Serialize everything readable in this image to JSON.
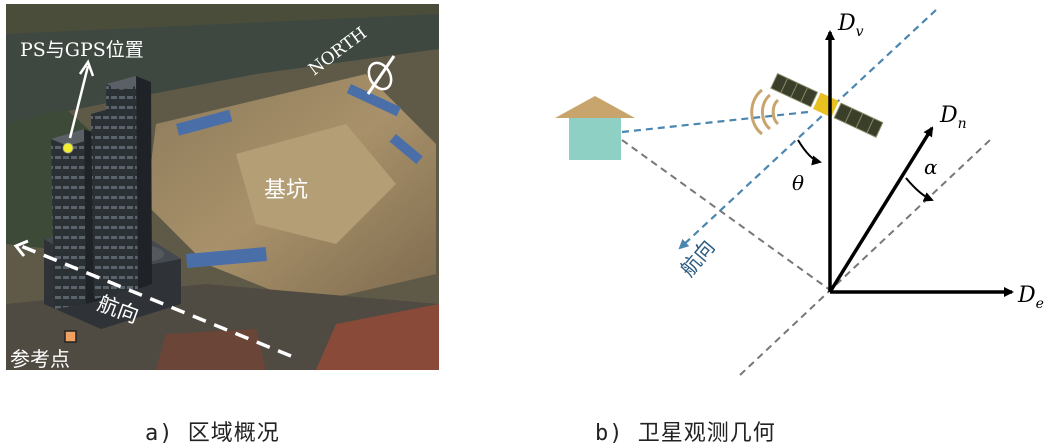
{
  "panel_a": {
    "ps_gps_label": "PS与GPS位置",
    "north_label": "NORTH",
    "pit_label": "基坑",
    "heading_label": "航向",
    "reference_label": "参考点",
    "caption": "a) 区域概况"
  },
  "panel_b": {
    "axis_up": "D",
    "axis_up_sub": "v",
    "axis_right": "D",
    "axis_right_sub": "e",
    "axis_diag": "D",
    "axis_diag_sub": "n",
    "alpha": "α",
    "theta": "θ",
    "heading_label": "航向",
    "caption": "b) 卫星观测几何"
  },
  "colors": {
    "axis": "#000000",
    "los_dashed": "#4a86b0",
    "gray_dashed": "#777777",
    "house_roof": "#c9a56e",
    "house_body": "#8fd0c4",
    "gps_dot": "#f2ee30",
    "ref_marker": "#f0a060"
  }
}
